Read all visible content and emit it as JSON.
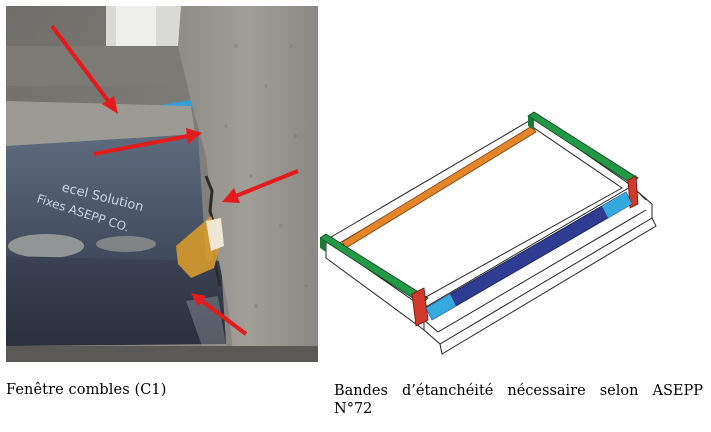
{
  "photo": {
    "wrap_text_line1": "ecel Solution",
    "wrap_text_line2": "Fixes ASEPP CO.",
    "arrow_color": "#e31b1b"
  },
  "captions": {
    "left": "Fenêtre combles (C1)",
    "right_line1": "Bandes d’étanchéité nécessaire selon ASEPP",
    "right_line2": "N°72"
  },
  "diagram": {
    "colors": {
      "green": "#239946",
      "orange": "#e5852a",
      "red": "#d23a2b",
      "navy": "#2e3d92",
      "light_blue": "#33a9e0"
    }
  }
}
